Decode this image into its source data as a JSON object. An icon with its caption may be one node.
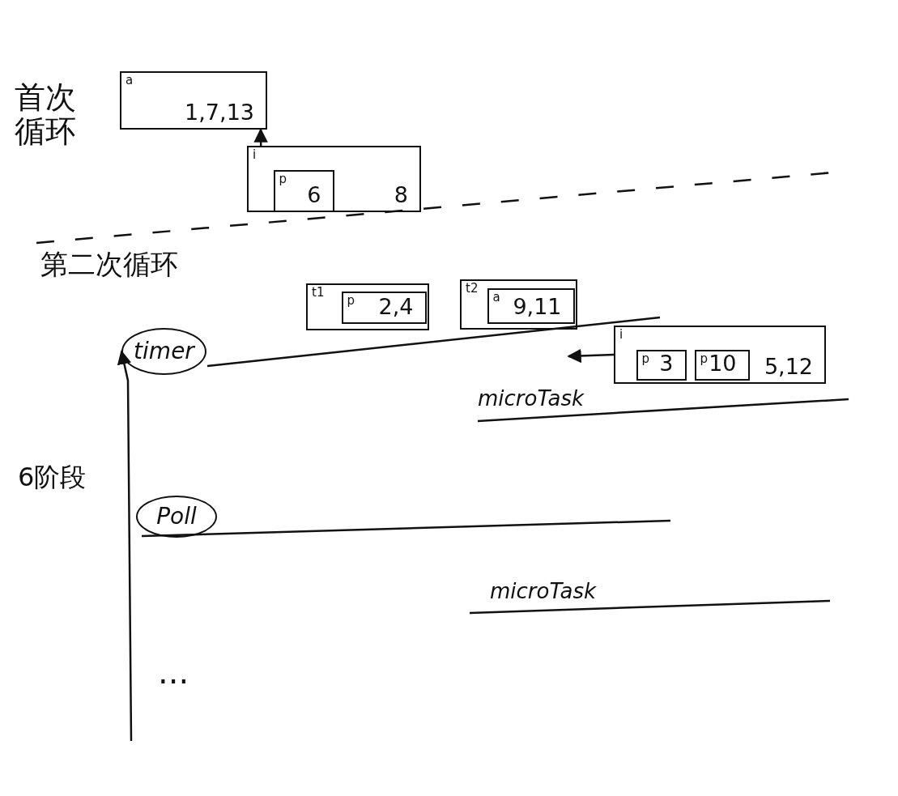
{
  "diagram": {
    "nodes": [
      {
        "text": [
          "a",
          "1,7,13"
        ]
      },
      {
        "text": [
          "i",
          "8"
        ]
      },
      {
        "text": [
          "p",
          "6"
        ],
        "in": 1
      },
      {
        "text": [
          "timer"
        ]
      },
      {
        "text": [
          "t1"
        ]
      },
      {
        "text": [
          "p",
          "2,4"
        ],
        "in": 4
      },
      {
        "text": [
          "t2"
        ]
      },
      {
        "text": [
          "a",
          "9,11"
        ],
        "in": 6
      },
      {
        "text": [
          "i",
          "5,12"
        ]
      },
      {
        "text": [
          "p",
          "3"
        ],
        "in": 8
      },
      {
        "text": [
          "p",
          "10"
        ],
        "in": 8
      },
      {
        "text": [
          "Poll"
        ]
      }
    ],
    "edges": [
      {
        "from": 1,
        "to": 0,
        "arrow": "to"
      },
      {
        "from": 8,
        "to": null,
        "arrow": "to"
      },
      {
        "from": null,
        "to": 3,
        "arrow": "to"
      }
    ],
    "labels": [
      "首次循环",
      "第二次循环",
      "microTask",
      "6阶段",
      "microTask",
      "..."
    ]
  }
}
